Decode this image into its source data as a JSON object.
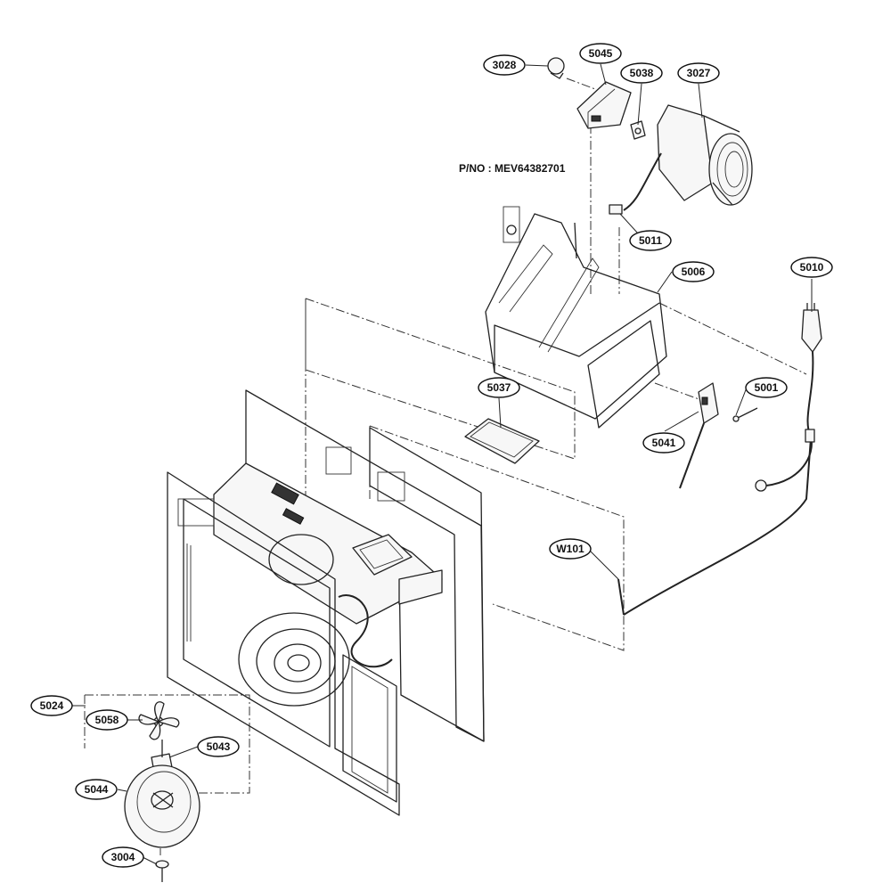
{
  "diagram": {
    "part_number_label": "P/NO : MEV64382701",
    "callouts": [
      {
        "id": "3028",
        "label": "3028"
      },
      {
        "id": "5045",
        "label": "5045"
      },
      {
        "id": "5038",
        "label": "5038"
      },
      {
        "id": "3027",
        "label": "3027"
      },
      {
        "id": "5011",
        "label": "5011"
      },
      {
        "id": "5006",
        "label": "5006"
      },
      {
        "id": "5010",
        "label": "5010"
      },
      {
        "id": "5037",
        "label": "5037"
      },
      {
        "id": "5001",
        "label": "5001"
      },
      {
        "id": "5041",
        "label": "5041"
      },
      {
        "id": "W101",
        "label": "W101"
      },
      {
        "id": "5024",
        "label": "5024"
      },
      {
        "id": "5058",
        "label": "5058"
      },
      {
        "id": "5043",
        "label": "5043"
      },
      {
        "id": "5044",
        "label": "5044"
      },
      {
        "id": "3004",
        "label": "3004"
      }
    ]
  }
}
